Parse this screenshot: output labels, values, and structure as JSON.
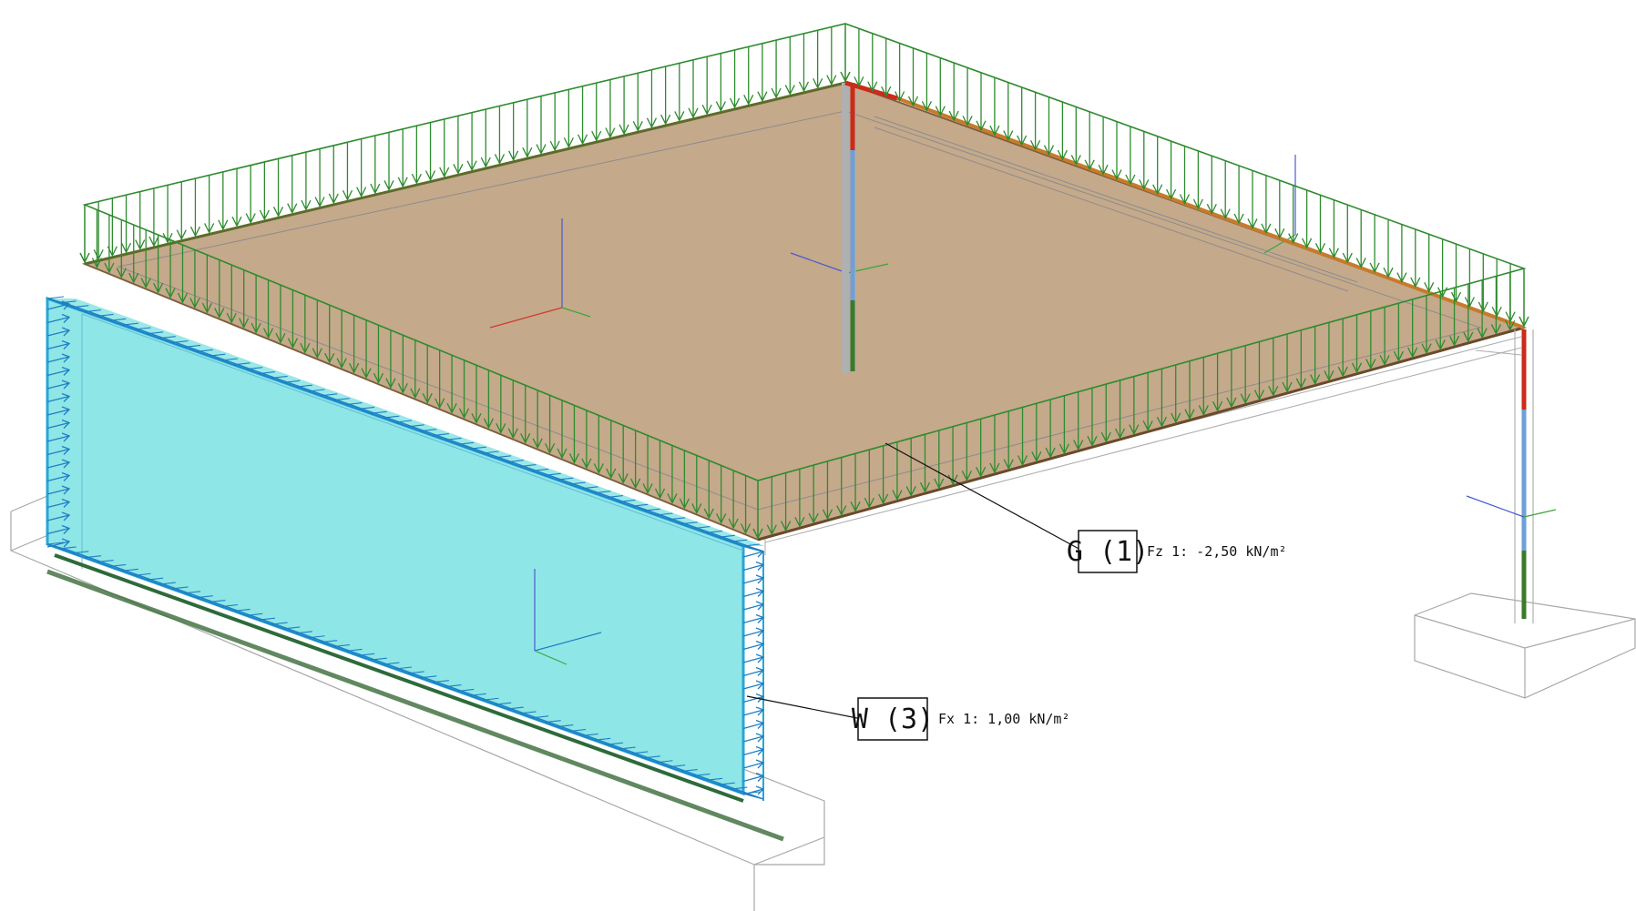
{
  "labels": {
    "gravity": {
      "name": "G (1)",
      "value": "Fz 1: -2,50 kN/m²"
    },
    "wind": {
      "name": "W (3)",
      "value": "Fx 1: 1,00 kN/m²"
    }
  },
  "colors": {
    "slab": "#c4a98b",
    "slab_edge": "#8a6a48",
    "wall": "#8fe6e6",
    "wall_edge": "#2aa6d6",
    "load_gravity": "#2e8b2e",
    "load_wind": "#1e7fc4",
    "member_red": "#cc2a1a",
    "member_blue": "#6f9fd8",
    "member_green": "#3a7a2a",
    "wire": "#a8a8a8"
  }
}
